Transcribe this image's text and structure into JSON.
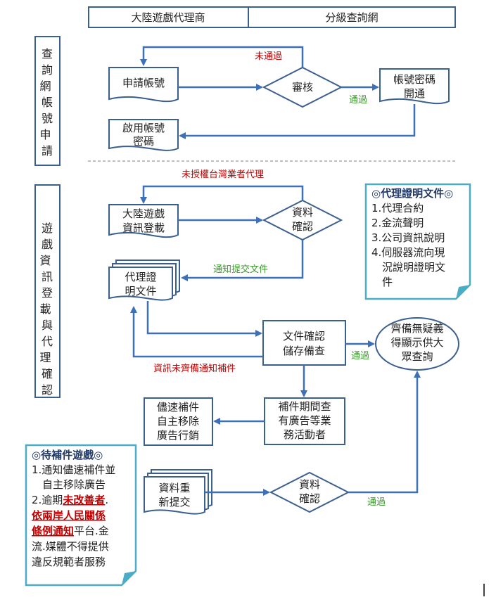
{
  "header": {
    "left": "大陸遊戲代理商",
    "right": "分級查詢網"
  },
  "sections": {
    "top": "查詢網帳號申請",
    "bottom": "遊戲資訊登載與代理確認"
  },
  "nodes": {
    "apply_account": "申請帳號",
    "review": "審核",
    "account_open": [
      "帳號密碼",
      "開通"
    ],
    "activate": [
      "啟用帳號",
      "密碼"
    ],
    "game_info": [
      "大陸遊戲",
      "資訊登載"
    ],
    "data_confirm": [
      "資料",
      "確認"
    ],
    "proxy_docs": [
      "代理證",
      "明文件"
    ],
    "doc_check": [
      "文件確認",
      "儲存備查"
    ],
    "public_query": [
      "齊備無疑義",
      "得顯示供大",
      "眾查詢"
    ],
    "supplement_check": [
      "補件期間查",
      "有廣告等業",
      "務活動者"
    ],
    "remove_ads": [
      "儘速補件",
      "自主移除",
      "廣告行銷"
    ],
    "resubmit": [
      "資料重",
      "新提交"
    ],
    "data_confirm2": [
      "資料",
      "確認"
    ]
  },
  "labels": {
    "not_passed": "未通過",
    "passed": "通過",
    "not_authorized": "未授權台灣業者代理",
    "notify_submit": "通知提交文件",
    "notify_incomplete": "資訊未齊備通知補件",
    "passed2": "通過",
    "passed3": "通過"
  },
  "note_proxy": {
    "title": "◎代理證明文件◎",
    "items": [
      "1.代理合約",
      "2.金流聲明",
      "3.公司資訊說明",
      "4.伺服器流向現",
      "　況說明證明文",
      "　件"
    ]
  },
  "note_pending": {
    "title": "◎待補件遊戲◎",
    "line1": "1.通知儘速補件並",
    "line2": "　自主移除廣告",
    "line3a": "2.逾期",
    "line3b": "未改善者",
    "line3c": ".",
    "line4": "依兩岸人民關係",
    "line5a": "條例通知",
    "line5b": "平台.金",
    "line6": "流.媒體不得提供",
    "line7": "違反規範者服務"
  },
  "colors": {
    "flow": "#3e70b8",
    "box_border": "#3b5f8f",
    "note_border": "#4bacc6",
    "red": "#c00000",
    "green": "#3a9a2a"
  }
}
